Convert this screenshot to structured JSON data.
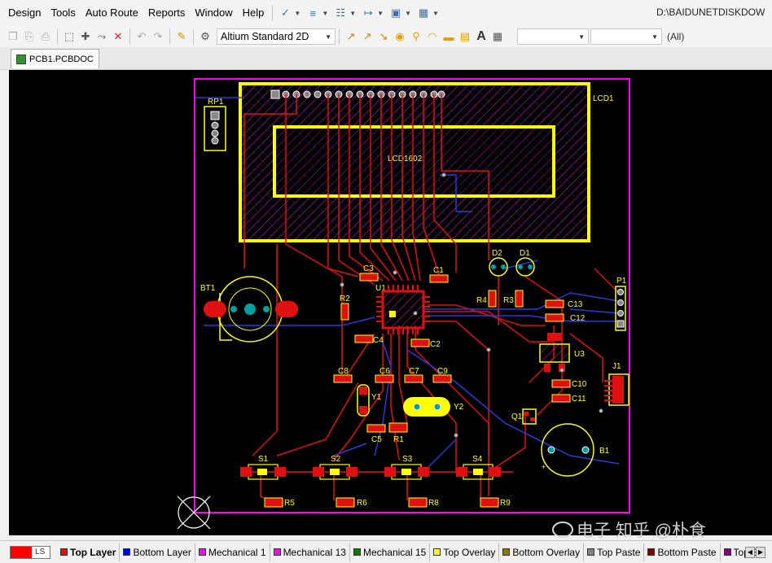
{
  "menubar": {
    "items": [
      "Design",
      "Tools",
      "Auto Route",
      "Reports",
      "Window",
      "Help"
    ]
  },
  "path": "D:\\BAIDUNETDISKDOW",
  "toolbar2": {
    "view_mode": "Altium Standard 2D",
    "filter_all": "(All)"
  },
  "document_tab": "PCB1.PCBDOC",
  "pcb": {
    "components": {
      "lcd_ref": "LCD1",
      "lcd_value": "LCD1602",
      "rp1": "RP1",
      "bt1": "BT1",
      "p1": "P1",
      "j1": "J1",
      "u1": "U1",
      "u3": "U3",
      "y1": "Y1",
      "y2": "Y2",
      "q1": "Q1",
      "b1": "B1",
      "d1": "D1",
      "d2": "D2",
      "r1": "R1",
      "r2": "R2",
      "r3": "R3",
      "r4": "R4",
      "r5": "R5",
      "r6": "R6",
      "r8": "R8",
      "r9": "R9",
      "c1": "C1",
      "c2": "C2",
      "c3": "C3",
      "c4": "C4",
      "c5": "C5",
      "c6": "C6",
      "c7": "C7",
      "c8": "C8",
      "c9": "C9",
      "c10": "C10",
      "c11": "C11",
      "c12": "C12",
      "c13": "C13",
      "s1": "S1",
      "s2": "S2",
      "s3": "S3",
      "s4": "S4"
    }
  },
  "layers": {
    "current_label": "LS",
    "tabs": [
      {
        "name": "Top Layer",
        "color": "#ff0000",
        "active": true
      },
      {
        "name": "Bottom Layer",
        "color": "#0000ff"
      },
      {
        "name": "Mechanical 1",
        "color": "#ff00ff"
      },
      {
        "name": "Mechanical 13",
        "color": "#ff00ff"
      },
      {
        "name": "Mechanical 15",
        "color": "#008000"
      },
      {
        "name": "Top Overlay",
        "color": "#ffff00"
      },
      {
        "name": "Bottom Overlay",
        "color": "#808000"
      },
      {
        "name": "Top Paste",
        "color": "#808080"
      },
      {
        "name": "Bottom Paste",
        "color": "#800000"
      },
      {
        "name": "Top S",
        "color": "#800080"
      }
    ]
  },
  "watermark": "电子 知乎 @朴食"
}
